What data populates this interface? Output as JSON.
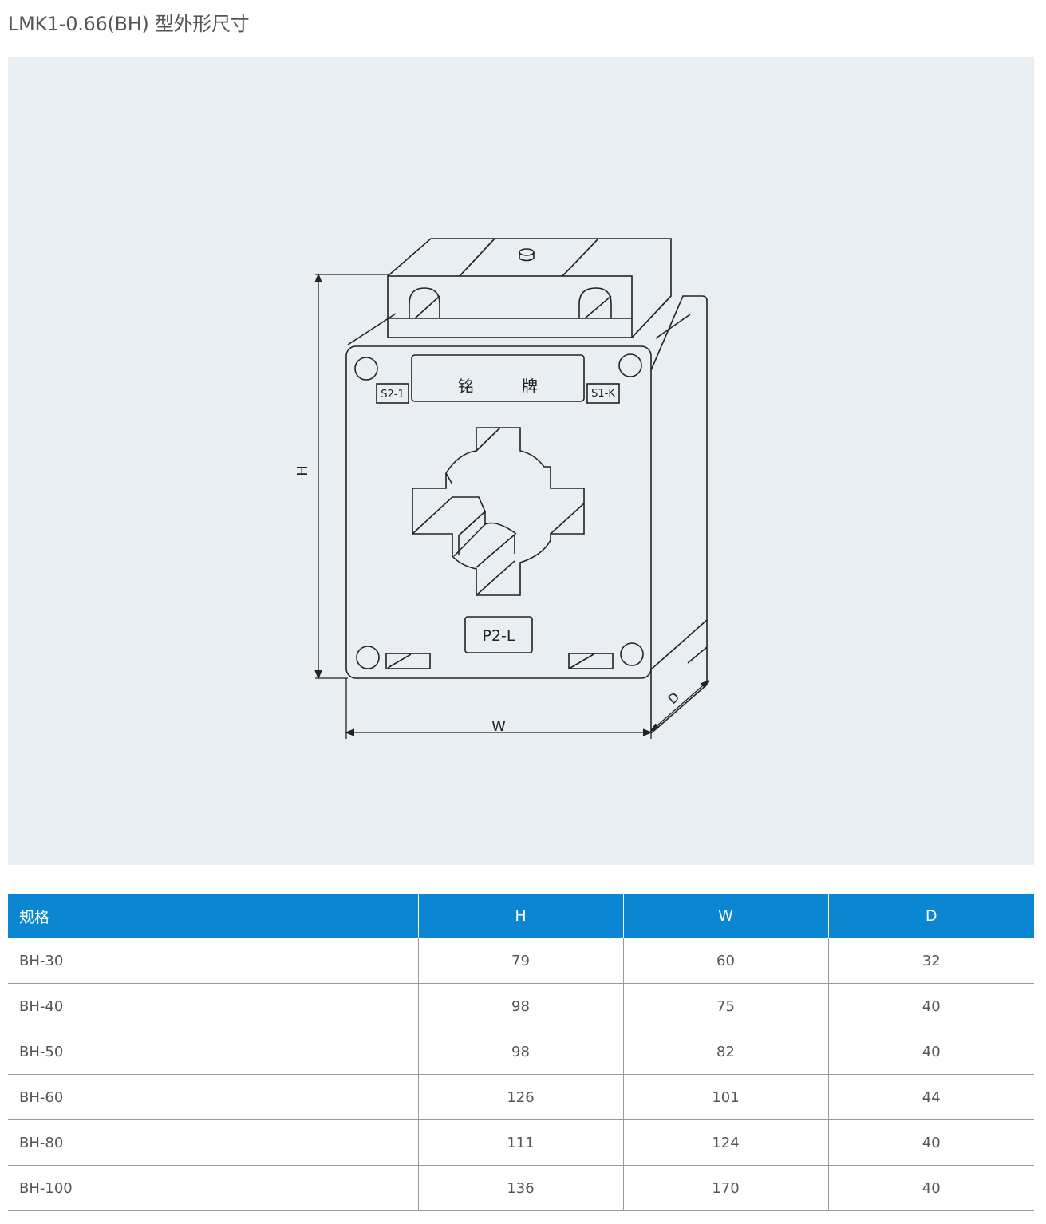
{
  "title": "LMK1-0.66(BH) 型外形尺寸",
  "diagram": {
    "nameplate_label": "铭　　　牌",
    "terminal_left": "S2-1",
    "terminal_right": "S1-K",
    "bottom_label": "P2-L",
    "dim_h": "H",
    "dim_w": "W",
    "dim_d": "D",
    "line_color": "#222222",
    "background_color": "#e9eef3"
  },
  "table": {
    "header_color": "#0a86d2",
    "headers": [
      "规格",
      "H",
      "W",
      "D"
    ],
    "rows": [
      [
        "BH-30",
        "79",
        "60",
        "32"
      ],
      [
        "BH-40",
        "98",
        "75",
        "40"
      ],
      [
        "BH-50",
        "98",
        "82",
        "40"
      ],
      [
        "BH-60",
        "126",
        "101",
        "44"
      ],
      [
        "BH-80",
        "111",
        "124",
        "40"
      ],
      [
        "BH-100",
        "136",
        "170",
        "40"
      ]
    ]
  }
}
